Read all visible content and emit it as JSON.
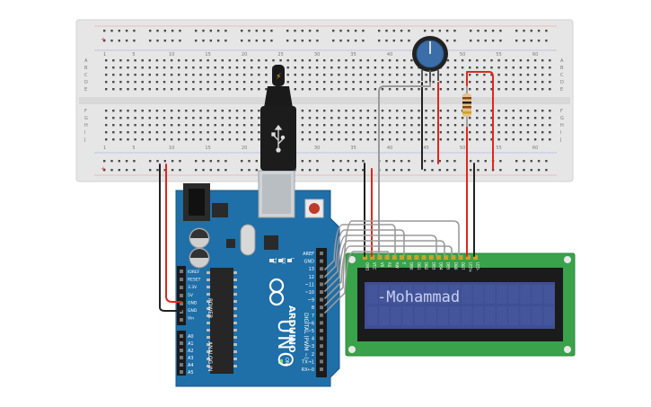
{
  "breadboard": {
    "column_numbers_top": [
      "1",
      "5",
      "10",
      "15",
      "20",
      "25",
      "30",
      "35",
      "40",
      "45",
      "50",
      "55",
      "60"
    ],
    "column_numbers_bottom": [
      "1",
      "5",
      "10",
      "15",
      "20",
      "25",
      "30",
      "35",
      "40",
      "45",
      "50",
      "55",
      "60"
    ],
    "row_letters_top": [
      "A",
      "B",
      "C",
      "D",
      "E"
    ],
    "row_letters_bottom": [
      "F",
      "G",
      "H",
      "I",
      "J"
    ],
    "rail_plus": "+",
    "rail_minus": "-"
  },
  "arduino": {
    "brand": "ARDUINO",
    "model": "UNO",
    "digital_label": "DIGITAL (PWM ~)",
    "analog_label": "ANALOG IN",
    "power_label": "POWER",
    "power_pins": [
      "IOREF",
      "RESET",
      "3.3V",
      "5V",
      "GND",
      "GND",
      "Vin"
    ],
    "analog_pins": [
      "A0",
      "A1",
      "A2",
      "A3",
      "A4",
      "A5"
    ],
    "digital_pins": [
      "AREF",
      "GND",
      "13",
      "12",
      "~11",
      "~10",
      "~9",
      "8",
      "7",
      "~6",
      "~5",
      "4",
      "~3",
      "2",
      "TX→1",
      "RX←0"
    ],
    "tx_label": "TX",
    "rx_label": "RX",
    "on_label": "ON",
    "l_label": "L"
  },
  "lcd": {
    "text": "-Mohammad",
    "pin_labels": [
      "GND",
      "VCC",
      "V0",
      "RS",
      "RW",
      "E",
      "DB0",
      "DB1",
      "DB2",
      "DB3",
      "DB4",
      "DB5",
      "DB6",
      "DB7",
      "LED+",
      "LED-"
    ]
  },
  "colors": {
    "breadboard": "#e6e6e6",
    "arduino": "#1f6fa8",
    "lcd_pcb": "#3aa24a",
    "lcd_screen": "#3e4f95",
    "lcd_text": "#c7d0ee",
    "wire_red": "#e0261c",
    "wire_black": "#222222",
    "wire_gray": "#9a9a9a",
    "pot_blue": "#3b6ea8"
  }
}
